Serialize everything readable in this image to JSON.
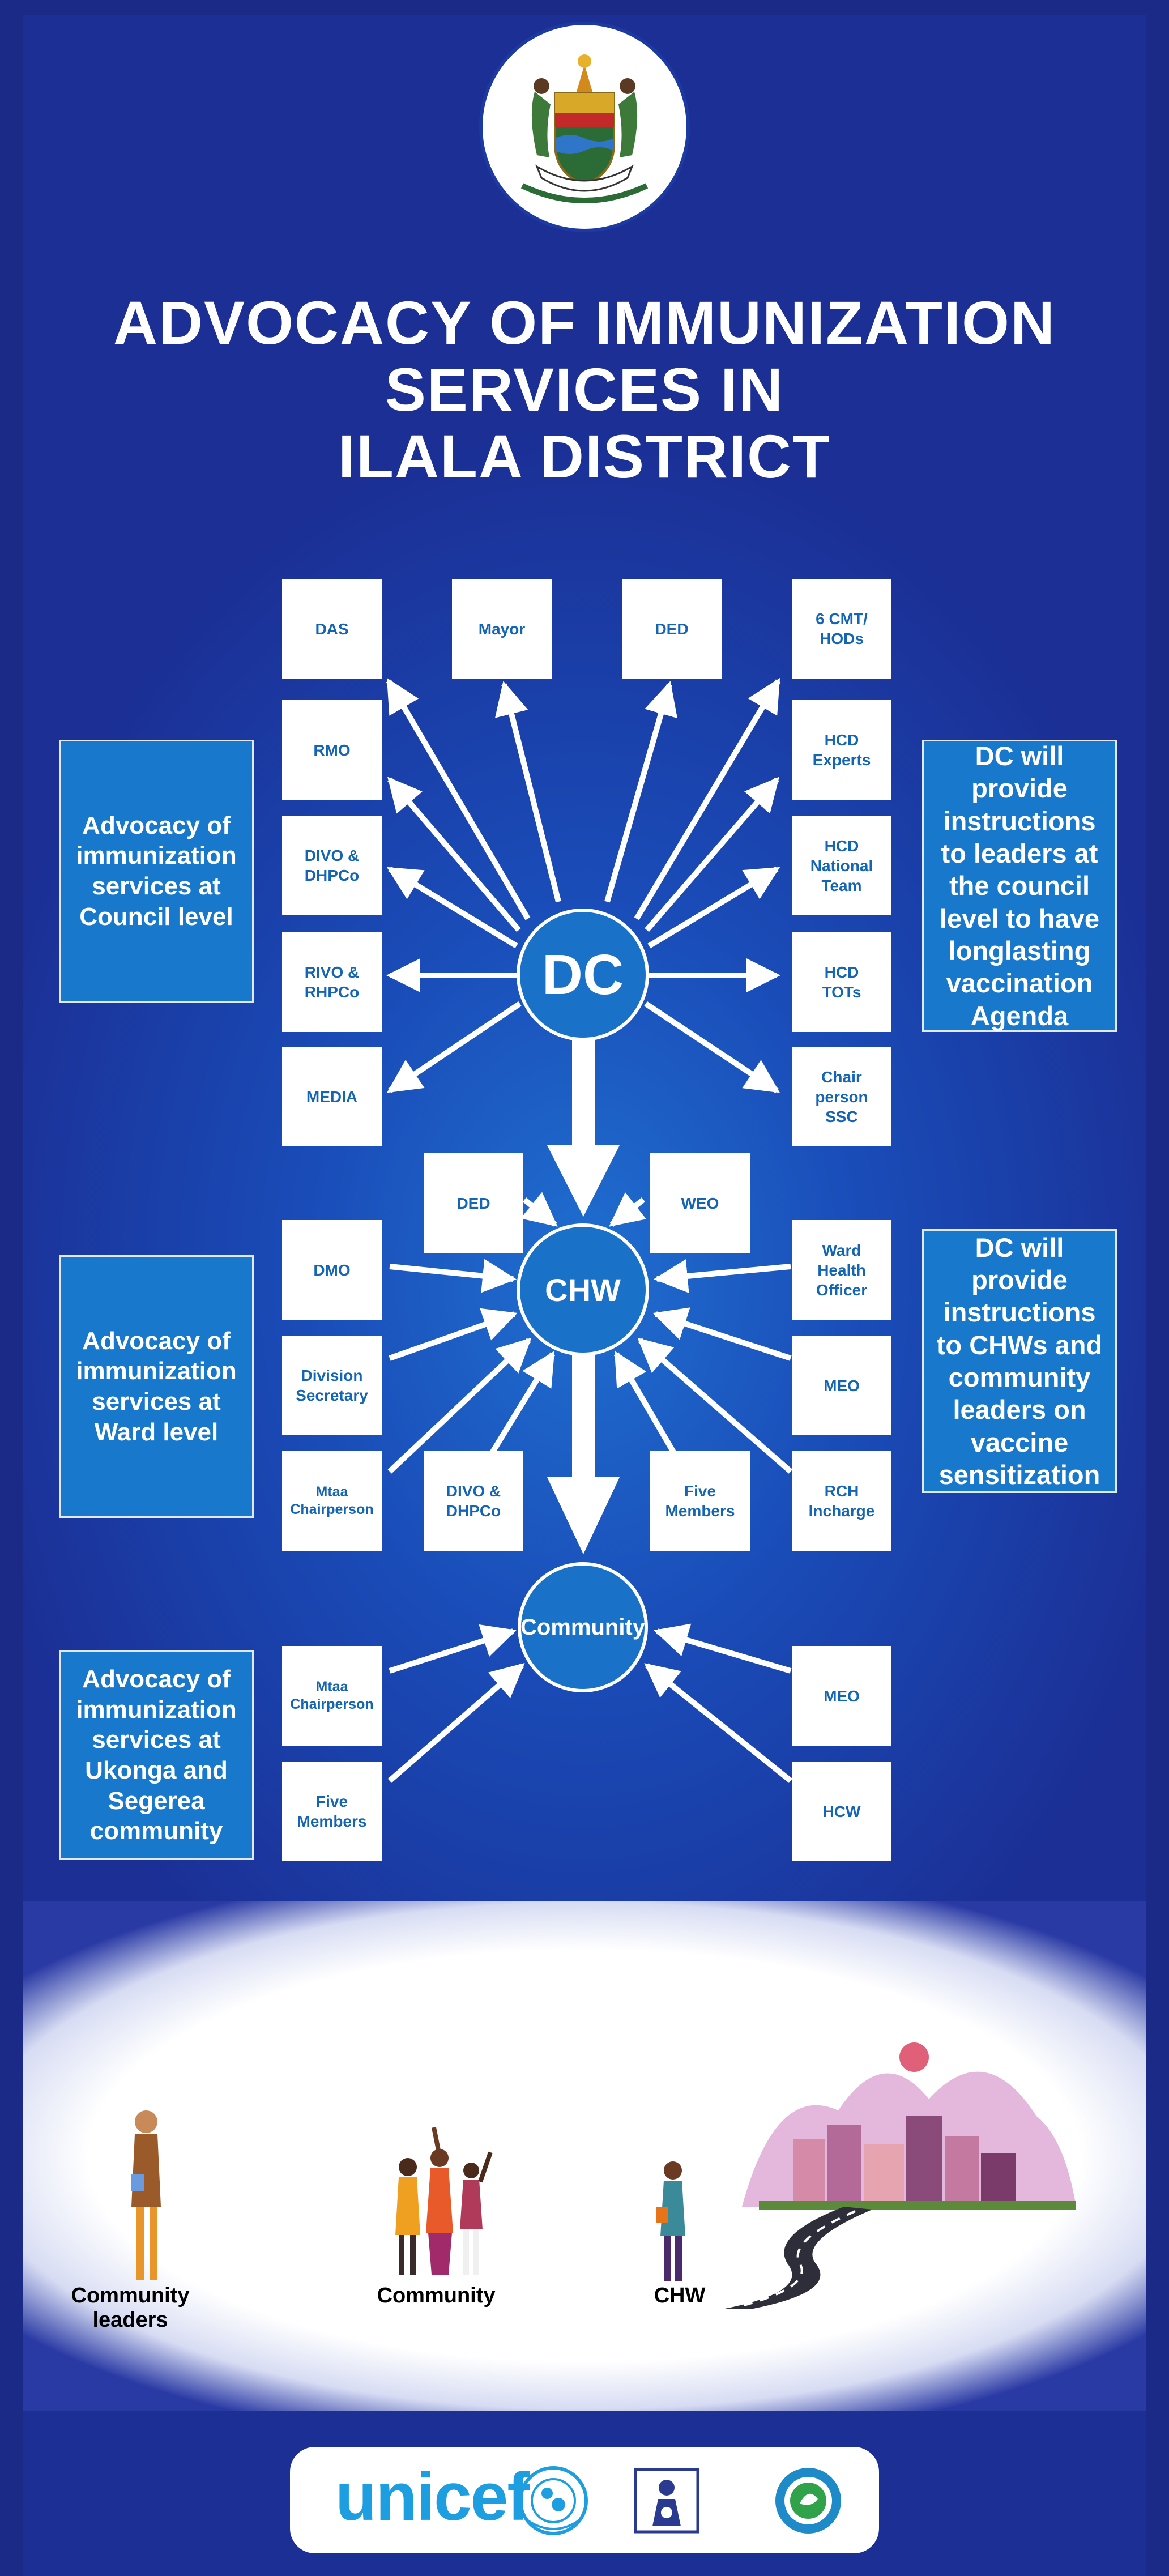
{
  "title": {
    "line1": "ADVOCACY OF IMMUNIZATION",
    "line2": "SERVICES IN",
    "line3": "ILALA DISTRICT"
  },
  "council": {
    "hub": "DC",
    "left_boxes": [
      "DAS",
      "RMO",
      "DIVO &\nDHPCo",
      "RIVO &\nRHPCo",
      "MEDIA"
    ],
    "top_boxes": [
      "Mayor",
      "DED"
    ],
    "right_boxes": [
      "6 CMT/\nHODs",
      "HCD\nExperts",
      "HCD\nNational\nTeam",
      "HCD\nTOTs",
      "Chair\nperson\nSSC"
    ],
    "left_note": "Advocacy of immunization services at Council level",
    "right_note": "DC will provide instructions to leaders at the council level to have longlasting vaccination Agenda"
  },
  "ward": {
    "hub": "CHW",
    "top_boxes": [
      "DED",
      "WEO"
    ],
    "left_boxes": [
      "DMO",
      "Division\nSecretary",
      "Mtaa\nChairperson"
    ],
    "bottom_boxes": [
      "DIVO &\nDHPCo",
      "Five\nMembers"
    ],
    "right_boxes": [
      "Ward\nHealth\nOfficer",
      "MEO",
      "RCH\nIncharge"
    ],
    "left_note": "Advocacy of immunization services at Ward level",
    "right_note": "DC will provide instructions to CHWs and community leaders on vaccine sensitization"
  },
  "community": {
    "hub": "Community",
    "left_boxes": [
      "Mtaa\nChairperson",
      "Five\nMembers"
    ],
    "right_boxes": [
      "MEO",
      "HCW"
    ],
    "left_note": "Advocacy of immunization services at Ukonga and Segerea community"
  },
  "illustration": {
    "captions": [
      "Community leaders",
      "Community",
      "CHW"
    ]
  },
  "footer": {
    "unicef": "unicef"
  },
  "colors": {
    "background": "#1b3fa8",
    "box_text": "#1565b5",
    "side_box": "#1778cc",
    "hub": "#1a72c8"
  }
}
